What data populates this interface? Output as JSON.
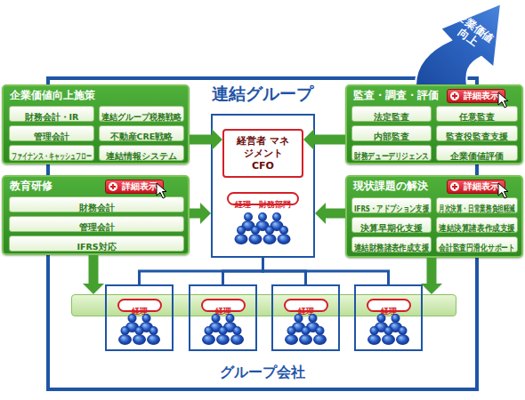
{
  "diagram": {
    "nodes": [
      {
        "text": [
          "企業価値向上"
        ]
      },
      {
        "text": [
          "連結グループ"
        ]
      },
      {
        "text": [
          "企業価値向上施策"
        ]
      },
      {
        "text": [
          "財務会計・IR"
        ],
        "in": 2
      },
      {
        "text": [
          "連結グループ税務戦略"
        ],
        "in": 2
      },
      {
        "text": [
          "管理会計"
        ],
        "in": 2
      },
      {
        "text": [
          "不動産CRE戦略"
        ],
        "in": 2
      },
      {
        "text": [
          "ファイナンス・キャッシュフロー"
        ],
        "in": 2
      },
      {
        "text": [
          "連結情報システム"
        ],
        "in": 2
      },
      {
        "text": [
          "監査・調査・評価"
        ]
      },
      {
        "text": [
          "詳細表示"
        ],
        "in": 9
      },
      {
        "text": [
          "法定監査"
        ],
        "in": 9
      },
      {
        "text": [
          "任意監査"
        ],
        "in": 9
      },
      {
        "text": [
          "内部監査"
        ],
        "in": 9
      },
      {
        "text": [
          "監査役監査支援"
        ],
        "in": 9
      },
      {
        "text": [
          "財務デューデリジェンス"
        ],
        "in": 9
      },
      {
        "text": [
          "企業価値評価"
        ],
        "in": 9
      },
      {
        "text": [
          "教育研修"
        ]
      },
      {
        "text": [
          "詳細表示"
        ],
        "in": 17
      },
      {
        "text": [
          "財務会計"
        ],
        "in": 17
      },
      {
        "text": [
          "管理会計"
        ],
        "in": 17
      },
      {
        "text": [
          "IFRS対応"
        ],
        "in": 17
      },
      {
        "text": [
          "現状課題の解決"
        ]
      },
      {
        "text": [
          "詳細表示"
        ],
        "in": 22
      },
      {
        "text": [
          "IFRS・アドプション支援"
        ],
        "in": 22
      },
      {
        "text": [
          "月次決算・日常業務負担軽減"
        ],
        "in": 22
      },
      {
        "text": [
          "決算早期化支援"
        ],
        "in": 22
      },
      {
        "text": [
          "連結決算諸表作成支援"
        ],
        "in": 22
      },
      {
        "text": [
          "連結財務諸表作成支援"
        ],
        "in": 22
      },
      {
        "text": [
          "会計監査円滑化サポート"
        ],
        "in": 22
      },
      {
        "text": [],
        "in": 1
      },
      {
        "text": [
          "経営者 マネジメント CFO"
        ],
        "in": 30
      },
      {
        "text": [
          "経理・財務部門"
        ],
        "in": 30
      },
      {
        "text": [],
        "in": 1
      },
      {
        "text": [],
        "in": 1
      },
      {
        "text": [
          "経理"
        ],
        "in": 34
      },
      {
        "text": [],
        "in": 1
      },
      {
        "text": [
          "経理"
        ],
        "in": 36
      },
      {
        "text": [],
        "in": 1
      },
      {
        "text": [
          "経理"
        ],
        "in": 38
      },
      {
        "text": [],
        "in": 1
      },
      {
        "text": [
          "経理"
        ],
        "in": 40
      }
    ],
    "edges": [
      {
        "from": 2,
        "to": 31,
        "arrow": "to"
      },
      {
        "from": 9,
        "to": 31,
        "arrow": "to"
      },
      {
        "from": 17,
        "to": 30,
        "arrow": "to"
      },
      {
        "from": 22,
        "to": 30,
        "arrow": "to"
      },
      {
        "from": 17,
        "to": 33,
        "arrow": "to"
      },
      {
        "from": 22,
        "to": 33,
        "arrow": "to"
      },
      {
        "from": 30,
        "to": 34,
        "arrow": "none"
      },
      {
        "from": 30,
        "to": 36,
        "arrow": "none"
      },
      {
        "from": 30,
        "to": 38,
        "arrow": "none"
      },
      {
        "from": 30,
        "to": 40,
        "arrow": "none"
      }
    ],
    "labels": [
      "グループ会社"
    ]
  }
}
